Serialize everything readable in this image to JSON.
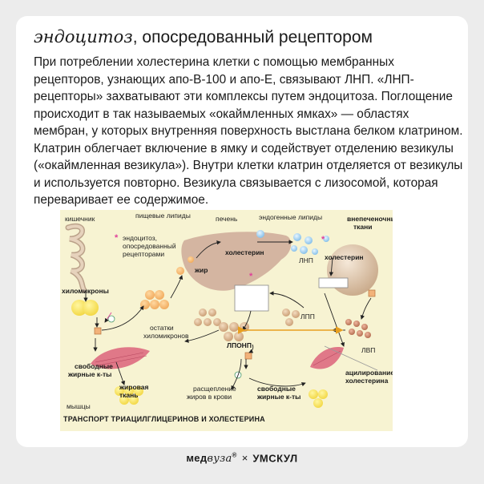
{
  "title": {
    "italic": "эндоцитоз",
    "rest": ", опосредованный рецептором"
  },
  "body": "При потреблении холестерина клетки с помощью мембранных рецепторов, узнающих апо-B-100 и апо-E, связывают ЛНП. «ЛНП-рецепторы» захватывают эти комплексы путем эндоцитоза. Поглощение происходит в так называемых «окаймленных ямках» — областях мембран, у которых внутренняя поверхность выстлана белком клатрином. Клатрин облегчает включение в ямку и содействует отделению везикулы («окаймленная везикула»). Внутри клетки клатрин отделяется от везикулы и используется повторно. Везикула связывается с лизосомой, которая переваривает ее содержимое.",
  "diagram": {
    "labels": {
      "intestine": "кишечник",
      "dietary_lipids": "пищевые липиды",
      "liver": "печень",
      "endogenous_lipids": "эндогенные липиды",
      "extrahepatic_1": "внепеченочные",
      "extrahepatic_2": "ткани",
      "endo_1": "эндоцитоз,",
      "endo_2": "опосредованный",
      "endo_3": "рецепторами",
      "cholesterol_liver": "холестерин",
      "cholesterol_tissue": "холестерин",
      "ldl": "ЛНП",
      "chylomicrons": "хиломикроны",
      "fat": "жир",
      "idl": "ЛПП",
      "remnants_1": "остатки",
      "remnants_2": "хиломикронов",
      "vldl": "ЛПОНП",
      "hdl": "ЛВП",
      "ffa_left_1": "свободные",
      "ffa_left_2": "жирные к-ты",
      "adipose_1": "жировая",
      "adipose_2": "ткань",
      "muscles": "мышцы",
      "cleavage_1": "расщепление",
      "cleavage_2": "жиров в крови",
      "ffa_right_1": "свободные",
      "ffa_right_2": "жирные к-ты",
      "acyl_1": "ацилирование",
      "acyl_2": "холестерина"
    },
    "caption": "ТРАНСПОРТ ТРИАЦИЛГЛИЦЕРИНОВ И ХОЛЕСТЕРИНА"
  },
  "footer": {
    "brand1_a": "мед",
    "brand1_b": "вуза",
    "brand1_mark": "®",
    "separator": "×",
    "brand2": "УМСКУЛ"
  },
  "colors": {
    "card": "#ffffff",
    "background": "#ececec",
    "diagram_bg": "#f7f3d2",
    "chylomicron": "#f2d640",
    "fat_ball": "#f0a85a",
    "liver": "#c8a090",
    "particle": "#d8b48c",
    "hdl": "#c8846a",
    "ldl": "#8cc4f0",
    "muscle": "#e07888",
    "receptor_star": "#e0409a"
  }
}
